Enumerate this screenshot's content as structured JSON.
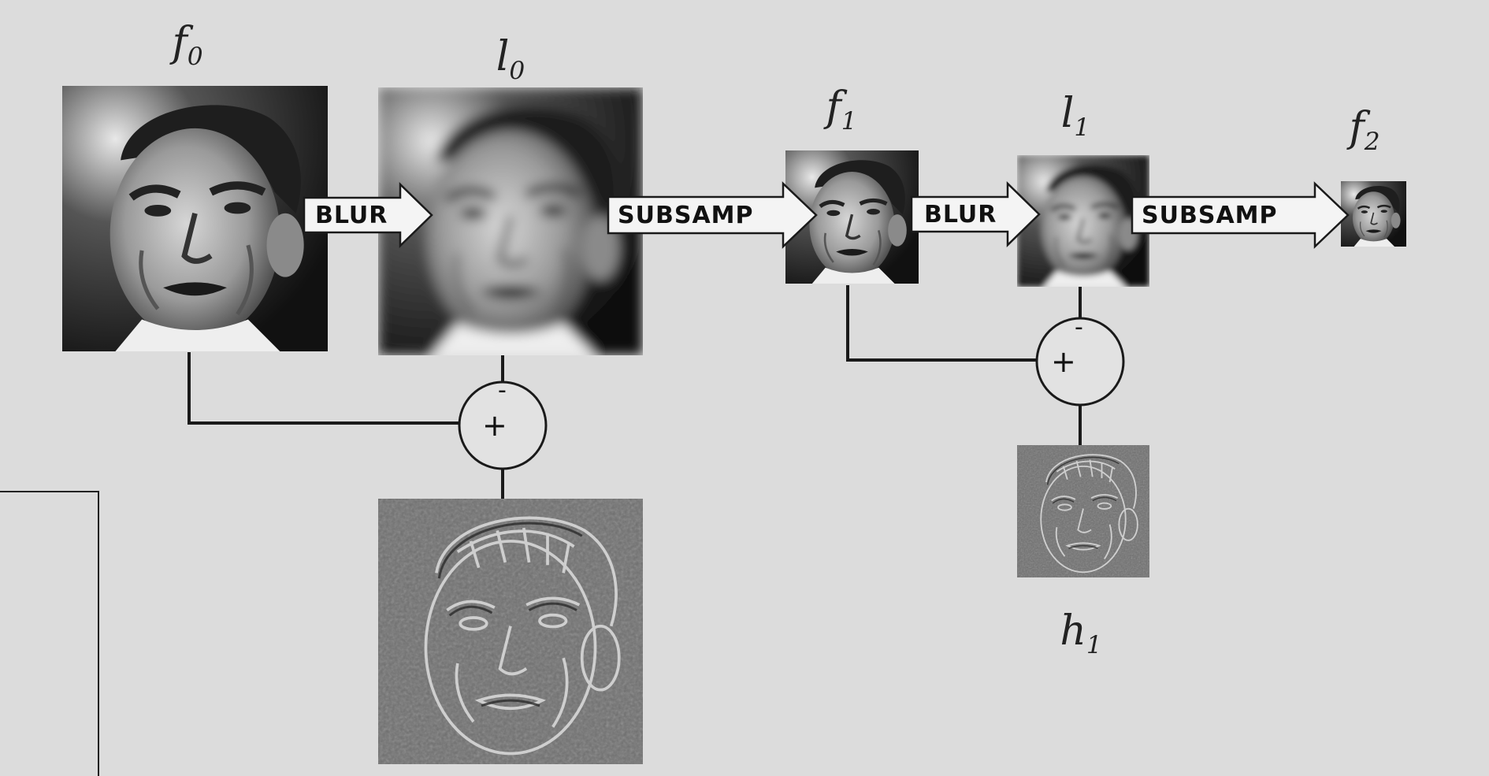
{
  "labels": {
    "f0": "f",
    "f0_sub": "0",
    "l0": "l",
    "l0_sub": "0",
    "f1": "f",
    "f1_sub": "1",
    "l1": "l",
    "l1_sub": "1",
    "f2": "f",
    "f2_sub": "2",
    "h1": "h",
    "h1_sub": "1"
  },
  "arrows": {
    "blur_0": "BLUR",
    "subsamp_0": "SUBSAMP",
    "blur_1": "BLUR",
    "subsamp_1": "SUBSAMP"
  },
  "operators": {
    "plus_0": "+",
    "minus_0": "-",
    "plus_1": "+",
    "minus_1": "-"
  }
}
